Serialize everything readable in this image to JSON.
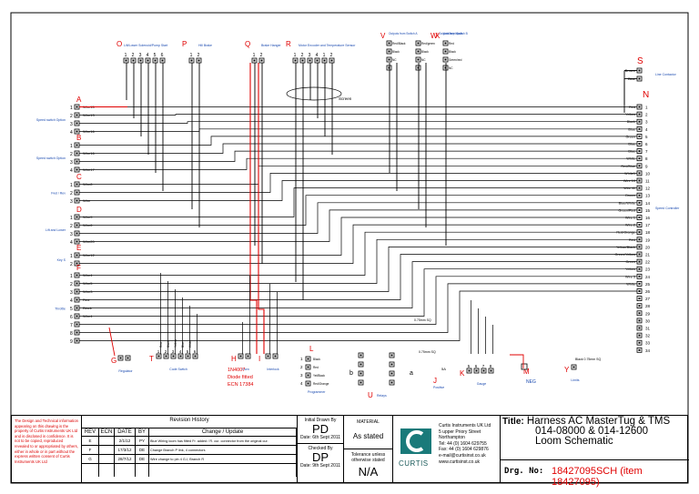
{
  "connectors": {
    "O": {
      "letter": "O",
      "label": "Lift/Lower Solenoid/Pump Start",
      "pins": [
        "1",
        "2",
        "3",
        "4",
        "5",
        "6"
      ]
    },
    "P": {
      "letter": "P",
      "label": "Hill Brake",
      "pins": [
        "1",
        "2"
      ]
    },
    "Q": {
      "letter": "Q",
      "label": "Brake Hanger",
      "pins": [
        "1",
        "2"
      ]
    },
    "R": {
      "letter": "R",
      "label": "Motor Encoder and Temperature Sensor",
      "pins": [
        "1",
        "2",
        "3",
        "4",
        "1",
        "2"
      ]
    },
    "V": {
      "letter": "V",
      "label": "Outputs from Switch A"
    },
    "W": {
      "letter": "W",
      "label": "Outputs from Switch B"
    },
    "X": {
      "letter": "X",
      "label": "Ancillary Inputs"
    },
    "S": {
      "letter": "S",
      "label": "Line Contactor",
      "wires": [
        "Brown",
        "Blue"
      ]
    },
    "N": {
      "letter": "N",
      "label": "Speed Controller"
    },
    "A": {
      "letter": "A",
      "label": "Speed switch Option"
    },
    "B": {
      "letter": "B",
      "label": "Speed switch Option"
    },
    "C": {
      "letter": "C",
      "label": "Fwd / Rev"
    },
    "D": {
      "letter": "D",
      "label": "Lift and Lower"
    },
    "E": {
      "letter": "E",
      "label": "Key S"
    },
    "F": {
      "letter": "F",
      "label": "Throttle"
    },
    "G": {
      "letter": "G",
      "label": "Regulator"
    },
    "T": {
      "letter": "T",
      "label": "Code Switch",
      "pins": [
        "1",
        "2",
        "3",
        "4",
        "5",
        "6"
      ]
    },
    "H": {
      "letter": "H",
      "label": "Horn"
    },
    "I": {
      "letter": "I",
      "label": "Interlock"
    },
    "L": {
      "letter": "L",
      "label": "Programmer",
      "pins": [
        "1",
        "2",
        "3",
        "4"
      ]
    },
    "U": {
      "letter": "U",
      "label": "Relays"
    },
    "J": {
      "letter": "J",
      "label": "Positive"
    },
    "K": {
      "letter": "K",
      "label": "Gauge",
      "pins": [
        "5",
        "6",
        "7",
        "8"
      ]
    },
    "M": {
      "letter": "M",
      "label": "NEG"
    },
    "Y": {
      "letter": "Y",
      "label": "Limits"
    }
  },
  "left_wires": {
    "A": [
      "Wire15",
      "Wire13",
      "",
      "Wire16"
    ],
    "B": [
      "",
      "Wire16",
      "",
      "Wire17"
    ],
    "C": [
      "Wire8",
      "",
      "Wire"
    ],
    "D": [
      "Wire9",
      "Wire6",
      "",
      "Wire20"
    ],
    "E": [
      "Wire12"
    ],
    "F": [
      "Wire4",
      "Wire5",
      "Wire3",
      "Red",
      "Black",
      "Wire4"
    ]
  },
  "n_wires": [
    "Red",
    "Yellow",
    "Black",
    "Blue",
    "Green",
    "Blue",
    "Blue",
    "White",
    "Red/Blue",
    "White1",
    "Wire 10",
    "Wire 11",
    "Brown",
    "Blue/White",
    "Green/Red",
    "Wire 1",
    "Wire 2",
    "Red/Orange",
    "Red",
    "Yellow/Black",
    "Green/Yellow",
    "Green",
    "Yellow",
    "Wire 3",
    "White"
  ],
  "n_pins": [
    "1",
    "2",
    "3",
    "4",
    "5",
    "6",
    "7",
    "8",
    "9",
    "10",
    "11",
    "12",
    "13",
    "14",
    "15",
    "16",
    "17",
    "18",
    "19",
    "20",
    "21",
    "22",
    "23",
    "24",
    "25",
    "26",
    "27",
    "28",
    "29",
    "30",
    "31",
    "32",
    "33",
    "34"
  ],
  "annotations": {
    "screen": "Screen",
    "diode": [
      "1N4007",
      "Diode fitted",
      "ECN 17384"
    ],
    "cable_5mm": "0.75mm SQ",
    "black_neg": "Black 0.75mm SQ",
    "fuse": "5A"
  },
  "title_block": {
    "disclaimer": "The Design and Technical information appearing on this drawing is the property of Curtis Instruments UK Ltd and is disclosed in confidence. It is not to be copied, reproduced revealed to or appropriated by others, either in whole or in part without the express written consent of Curtis Instruments UK Ltd",
    "revision_title": "Revision History",
    "rev_headers": [
      "REV",
      "ECN",
      "DATE",
      "BY",
      "Change / Update"
    ],
    "revisions": [
      [
        "E",
        "",
        "2/1/12",
        "PY",
        "Blue Wiring loom has fitted Fr. added / R. cur. connector from the original cur."
      ],
      [
        "F",
        "",
        "17/3/12",
        "DE",
        "Change Branch P link, 4 connectors"
      ],
      [
        "G",
        "",
        "28/7/12",
        "DE",
        "Wire change to pin 4 G-I, Branch R"
      ]
    ],
    "initial_drawn_label": "Initial Drawn By",
    "initial_drawn_by": "PD",
    "initial_date": "Date: 6th Sept 2011",
    "checked_label": "Checked By",
    "checked_by": "DP",
    "checked_date": "Date: 9th Sept 2011",
    "material_label": "MATERIAL",
    "material_value": "As stated",
    "tolerance_label": "Tolerance unless otherwise stated",
    "tolerance_value": "N/A",
    "company": "Curtis Instruments UK Ltd",
    "address": [
      "5 upper Priory Street",
      "Northampton",
      "Tel: 44 (0) 1604 629755",
      "Fax: 44 (0) 1604 629876",
      "e-mail@curtisinst.co.uk",
      "www.curtisinst.co.uk"
    ],
    "logo_text": "CURTIS",
    "title_label": "Title:",
    "title_lines": [
      "Harness AC MasterTug & TMS",
      "014-08000 & 014-12600",
      "Loom Schematic"
    ],
    "drg_label": "Drg. No:",
    "drg_no": "18427095SCH (item 18427095)",
    "accent_color": "#e00000",
    "logo_color": "#1a7a7a"
  }
}
